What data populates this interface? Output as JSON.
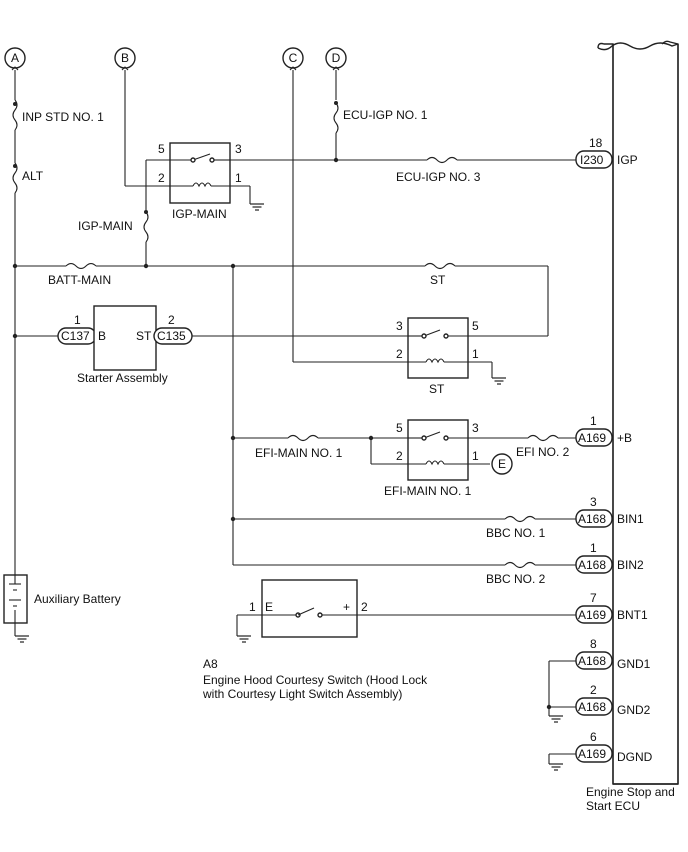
{
  "connectors": {
    "a": "A",
    "b": "B",
    "c": "C",
    "d": "D",
    "e": "E"
  },
  "fuses": {
    "inp_std_no1": "INP STD NO. 1",
    "alt": "ALT",
    "ecu_igp_no1": "ECU-IGP NO. 1",
    "ecu_igp_no3": "ECU-IGP NO. 3",
    "igp_main": "IGP-MAIN",
    "batt_main": "BATT-MAIN",
    "st": "ST",
    "efi_main_no1": "EFI-MAIN NO. 1",
    "efi_no2": "EFI NO. 2",
    "bbc_no1": "BBC NO. 1",
    "bbc_no2": "BBC NO. 2"
  },
  "relays": {
    "igp_main": {
      "name": "IGP-MAIN",
      "pins": [
        "5",
        "3",
        "2",
        "1"
      ]
    },
    "st": {
      "name": "ST",
      "pins": [
        "3",
        "5",
        "2",
        "1"
      ]
    },
    "efi_main_no1": {
      "name": "EFI-MAIN NO. 1",
      "pins": [
        "5",
        "3",
        "2",
        "1"
      ]
    }
  },
  "starter": {
    "name": "Starter Assembly",
    "conn_left": "C137",
    "conn_right": "C135",
    "pin_left": "1",
    "pin_right": "2",
    "term_left": "B",
    "term_right": "ST"
  },
  "battery": {
    "name": "Auxiliary Battery"
  },
  "hood_switch": {
    "code": "A8",
    "line1": "Engine Hood Courtesy Switch (Hood Lock",
    "line2": "with Courtesy Light Switch Assembly)",
    "pin_left": "1",
    "pin_right": "2",
    "term_left": "E",
    "term_right": "+"
  },
  "ecu": {
    "name_line1": "Engine Stop and",
    "name_line2": "Start ECU",
    "terminals": [
      {
        "pin": "18",
        "conn": "I230",
        "name": "IGP"
      },
      {
        "pin": "1",
        "conn": "A169",
        "name": "+B"
      },
      {
        "pin": "3",
        "conn": "A168",
        "name": "BIN1"
      },
      {
        "pin": "1",
        "conn": "A168",
        "name": "BIN2"
      },
      {
        "pin": "7",
        "conn": "A169",
        "name": "BNT1"
      },
      {
        "pin": "8",
        "conn": "A168",
        "name": "GND1"
      },
      {
        "pin": "2",
        "conn": "A168",
        "name": "GND2"
      },
      {
        "pin": "6",
        "conn": "A169",
        "name": "DGND"
      }
    ]
  }
}
